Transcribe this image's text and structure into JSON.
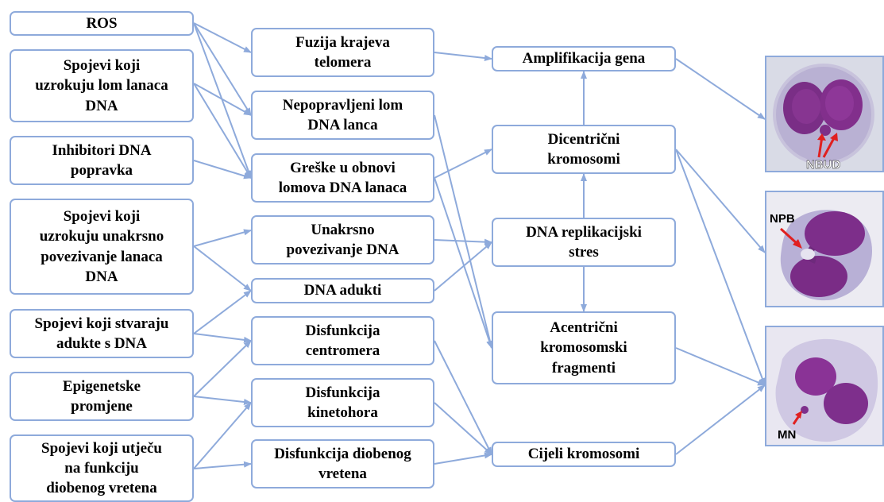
{
  "colors": {
    "edge": "#8eaadb",
    "box_border": "#8eaadb",
    "arrow_red": "#e02020"
  },
  "column1": [
    {
      "id": "ros",
      "label": "ROS"
    },
    {
      "id": "spojevi_lom",
      "label": "Spojevi koji\nuzrokuju lom lanaca\nDNA"
    },
    {
      "id": "inhibitori",
      "label": "Inhibitori DNA\npopravka"
    },
    {
      "id": "spojevi_unakrsno",
      "label": "Spojevi koji\nuzrokuju unakrsno\npovezivanje lanaca\nDNA"
    },
    {
      "id": "spojevi_adukte",
      "label": "Spojevi koji stvaraju\nadukte s DNA"
    },
    {
      "id": "epigenetske",
      "label": "Epigenetske\npromjene"
    },
    {
      "id": "spojevi_vreteno",
      "label": "Spojevi koji utječu\nna funkciju\ndiobenog vretena"
    }
  ],
  "column2": [
    {
      "id": "fuzija",
      "label": "Fuzija krajeva\ntelomera"
    },
    {
      "id": "nepopravljeni",
      "label": "Nepopravljeni lom\nDNA lanca"
    },
    {
      "id": "greske",
      "label": "Greške u obnovi\nlomova DNA lanaca"
    },
    {
      "id": "unakrsno",
      "label": "Unakrsno\npovezivanje DNA"
    },
    {
      "id": "adukti",
      "label": "DNA adukti"
    },
    {
      "id": "centromera",
      "label": "Disfunkcija\ncentromera"
    },
    {
      "id": "kinetohora",
      "label": "Disfunkcija\nkinetohora"
    },
    {
      "id": "vretena",
      "label": "Disfunkcija diobenog\nvretena"
    }
  ],
  "column3": [
    {
      "id": "amplifikacija",
      "label": "Amplifikacija gena"
    },
    {
      "id": "dicentricni",
      "label": "Dicentrični\nkromosomi"
    },
    {
      "id": "replikacijski",
      "label": "DNA replikacijski\nstres"
    },
    {
      "id": "acentricni",
      "label": "Acentrični\nkromosomski\nfragmenti"
    },
    {
      "id": "cijeli",
      "label": "Cijeli kromosomi"
    }
  ],
  "images": [
    {
      "id": "nbud",
      "label": "NBUD",
      "icon": "binucleated-cell-nuclear-bud"
    },
    {
      "id": "npb",
      "label": "NPB",
      "icon": "binucleated-cell-nucleoplasmic-bridge"
    },
    {
      "id": "mn",
      "label": "MN",
      "icon": "binucleated-cell-micronucleus"
    }
  ],
  "edges": [
    [
      "ros",
      "fuzija"
    ],
    [
      "ros",
      "nepopravljeni"
    ],
    [
      "ros",
      "greske"
    ],
    [
      "spojevi_lom",
      "nepopravljeni"
    ],
    [
      "spojevi_lom",
      "greske"
    ],
    [
      "inhibitori",
      "greske"
    ],
    [
      "spojevi_unakrsno",
      "unakrsno"
    ],
    [
      "spojevi_unakrsno",
      "adukti"
    ],
    [
      "spojevi_adukte",
      "adukti"
    ],
    [
      "spojevi_adukte",
      "centromera"
    ],
    [
      "epigenetske",
      "centromera"
    ],
    [
      "epigenetske",
      "kinetohora"
    ],
    [
      "spojevi_vreteno",
      "kinetohora"
    ],
    [
      "spojevi_vreteno",
      "vretena"
    ],
    [
      "fuzija",
      "amplifikacija"
    ],
    [
      "greske",
      "dicentricni"
    ],
    [
      "unakrsno",
      "replikacijski"
    ],
    [
      "adukti",
      "replikacijski"
    ],
    [
      "nepopravljeni",
      "acentricni"
    ],
    [
      "greske",
      "acentricni"
    ],
    [
      "centromera",
      "cijeli"
    ],
    [
      "kinetohora",
      "cijeli"
    ],
    [
      "vretena",
      "cijeli"
    ],
    [
      "dicentricni",
      "amplifikacija"
    ],
    [
      "replikacijski",
      "dicentricni"
    ],
    [
      "replikacijski",
      "acentricni"
    ],
    [
      "amplifikacija",
      "nbud"
    ],
    [
      "dicentricni",
      "npb"
    ],
    [
      "dicentricni",
      "mn"
    ],
    [
      "acentricni",
      "mn"
    ],
    [
      "cijeli",
      "mn"
    ]
  ]
}
